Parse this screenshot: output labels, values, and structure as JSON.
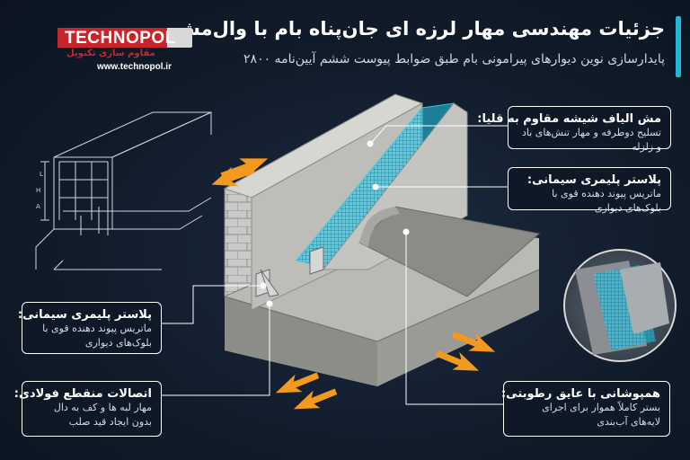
{
  "header": {
    "title": "جزئیات مهندسی مهار لرزه ای جان‌پناه بام با وال‌مش",
    "subtitle": "پایدارسازی نوین دیوارهای پیرامونی بام طبق ضوابط پیوست ششم آیین‌نامه ۲۸۰۰"
  },
  "brand": {
    "name": "TECHNOPOL",
    "tagline": "مقاوم سازی تکنوپل",
    "url": "www.technopol.ir",
    "accent": "#c8242b"
  },
  "callouts": [
    {
      "id": "mesh",
      "title": "مش الیاف شیشه مقاوم به قلیا:",
      "desc": "تسلیح دوطرفه و مهار تنش‌های باد و زلزله"
    },
    {
      "id": "plaster-right",
      "title": "پلاستر پلیمری سیمانی:",
      "desc": "ماتریس پیوند دهنده قوی با بلوک‌های دیواری"
    },
    {
      "id": "plaster-left",
      "title": "پلاستر پلیمری سیمانی:",
      "desc": "ماتریس پیوند دهنده قوی با بلوک‌های دیواری"
    },
    {
      "id": "steel",
      "title": "اتصالات منقطع فولادی:",
      "desc": "مهار لبه ها و کف به دال بدون ایجاد قید صلب"
    },
    {
      "id": "moisture",
      "title": "همپوشانی با عایق رطوبتی:",
      "desc": "بستر کاملاً هموار برای اجرای لایه‌های آب‌بندی"
    }
  ],
  "drawing": {
    "labels": [
      "H",
      "L",
      "A"
    ]
  },
  "colors": {
    "mesh": "#2ec9e6",
    "arrow": "#f39a1e",
    "background": "#111c2b"
  },
  "icons": [
    "direction-arrow-icon"
  ]
}
